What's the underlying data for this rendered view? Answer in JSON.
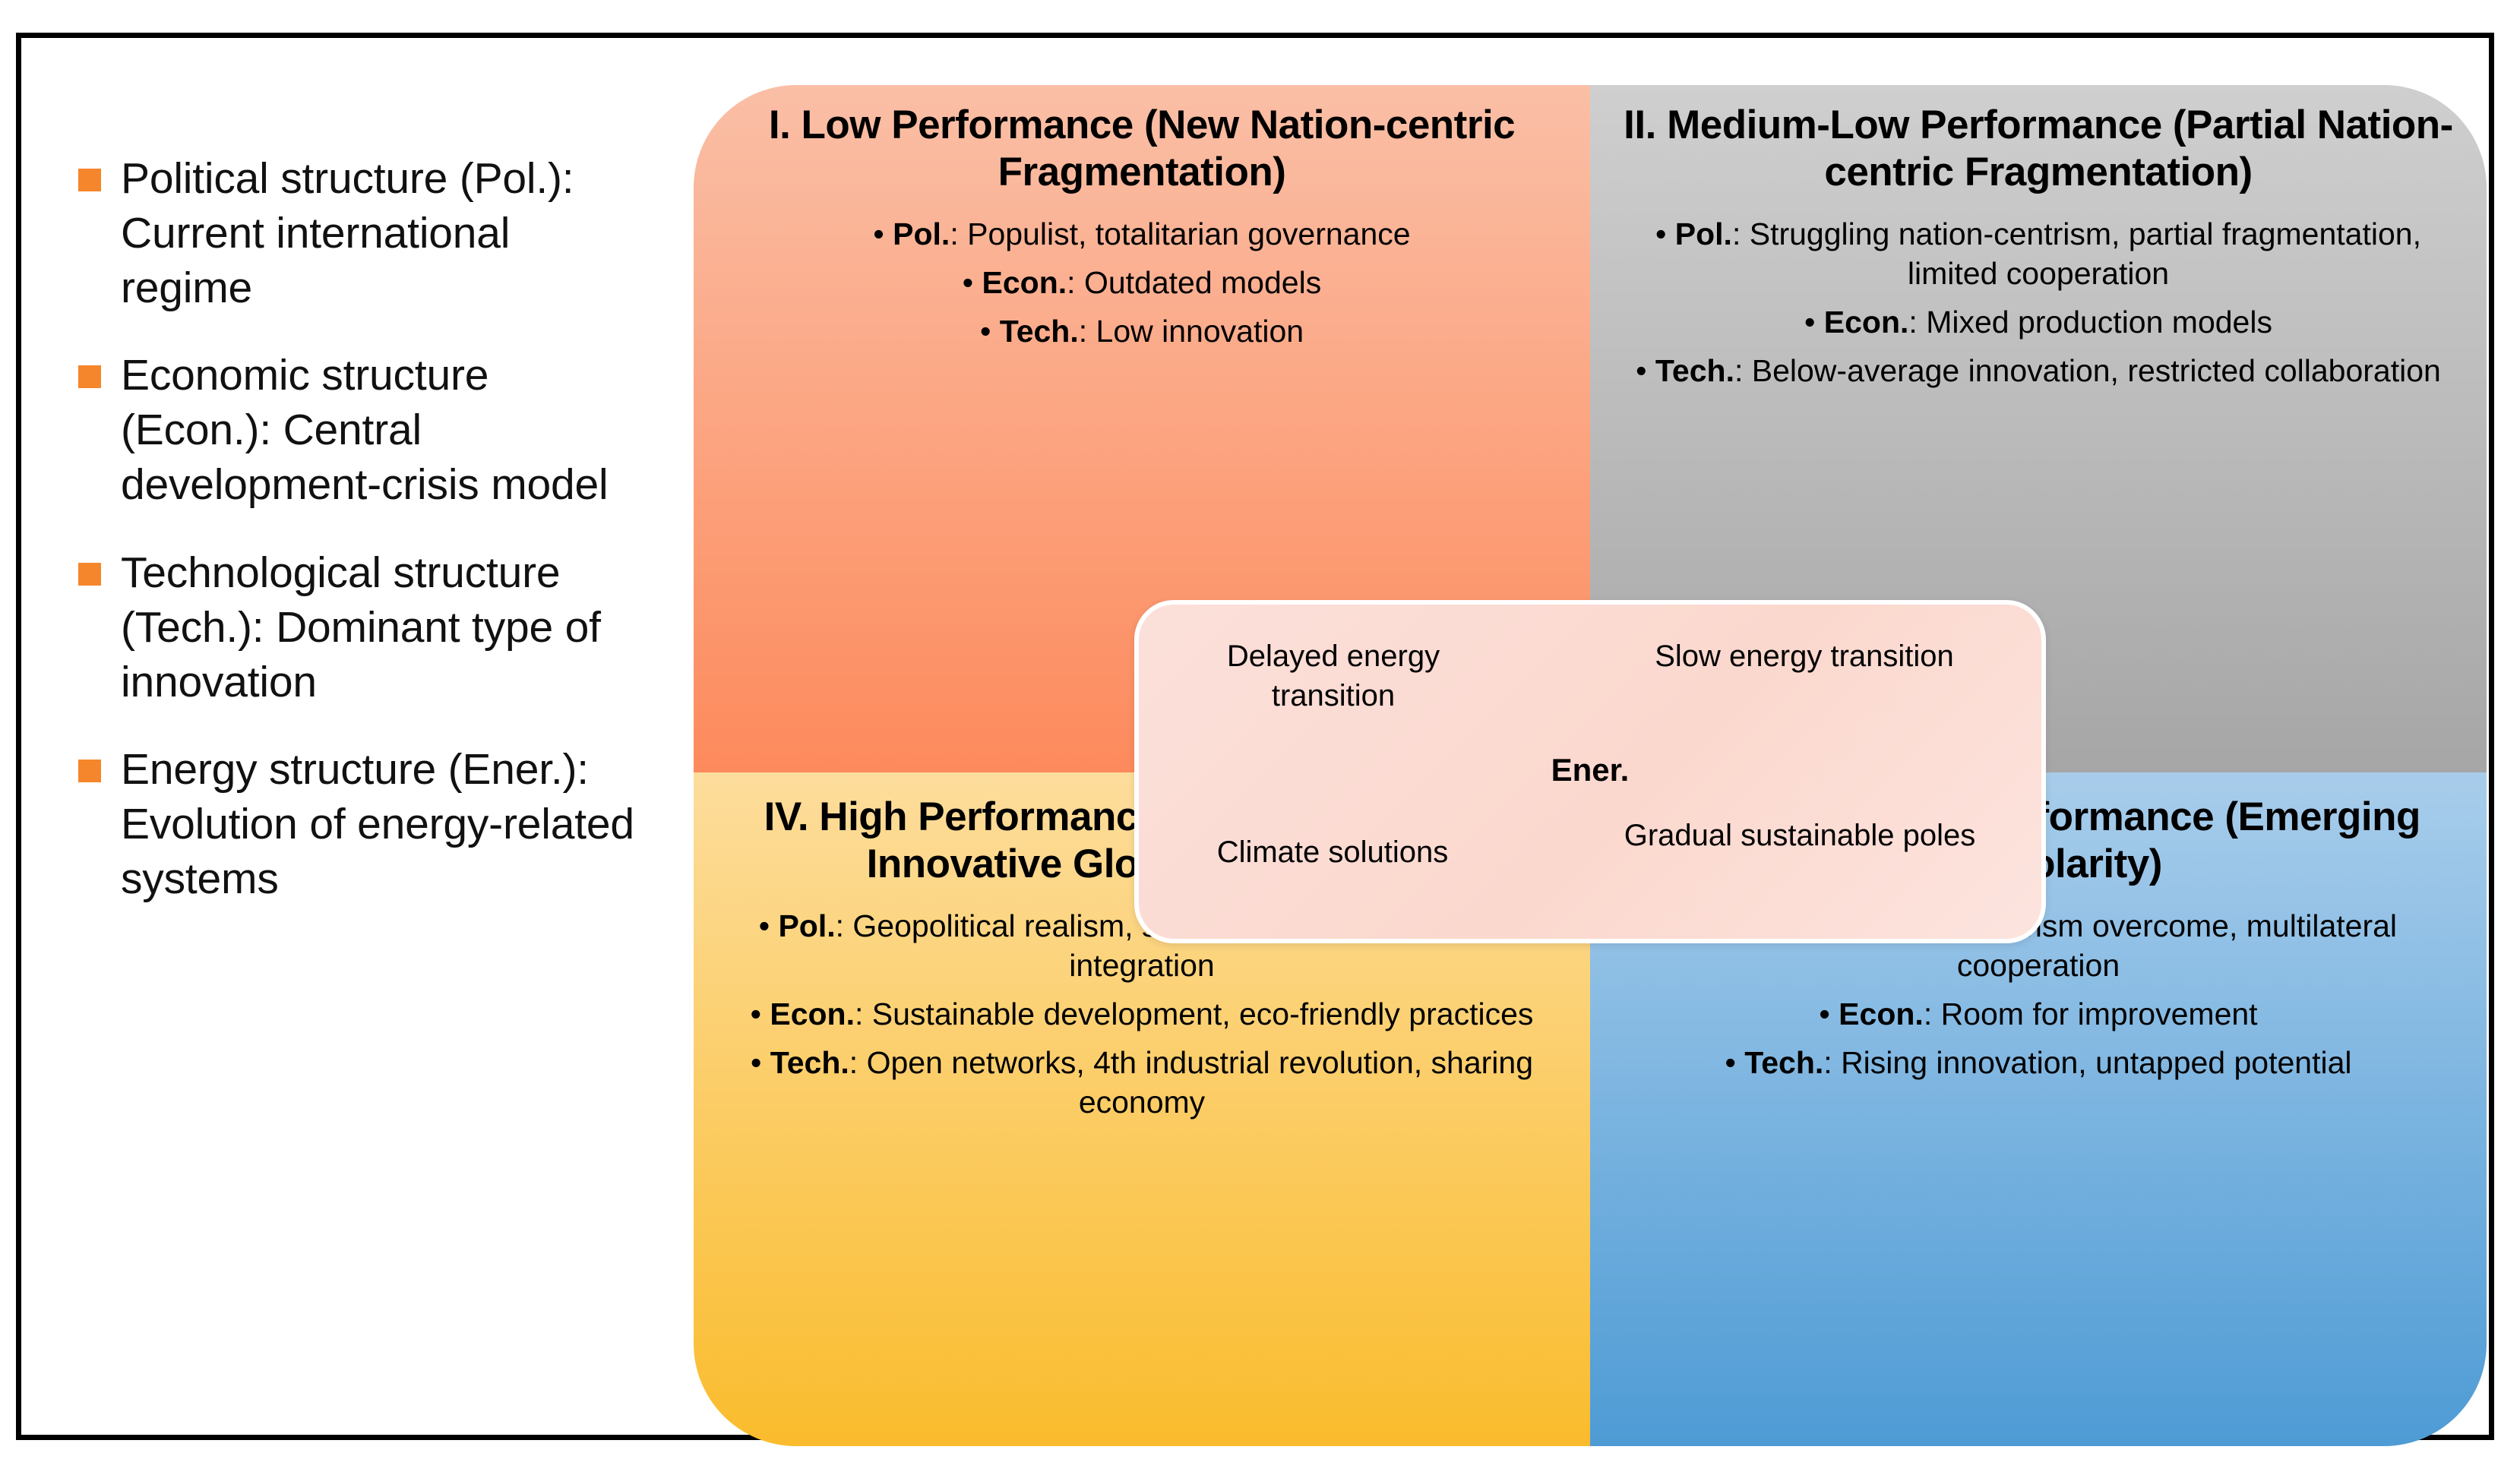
{
  "legend": {
    "items": [
      {
        "bullet": "square-bullet-icon",
        "text": "Political structure (Pol.): Current international regime"
      },
      {
        "bullet": "square-bullet-icon",
        "text": "Economic structure (Econ.): Central development-crisis model"
      },
      {
        "bullet": "square-bullet-icon",
        "text": "Technological structure (Tech.): Dominant type of innovation"
      },
      {
        "bullet": "square-bullet-icon",
        "text": "Energy structure (Ener.): Evolution of energy-related systems"
      }
    ]
  },
  "quadrants": {
    "q1": {
      "title": "I. Low Performance (New Nation-centric Fragmentation)",
      "color": "#FD8A5C",
      "lines": [
        {
          "label": "Pol.",
          "text": ": Populist, totalitarian governance"
        },
        {
          "label": "Econ.",
          "text": ": Outdated models"
        },
        {
          "label": "Tech.",
          "text": ": Low innovation"
        }
      ]
    },
    "q2": {
      "title": "II. Medium-Low Performance (Partial Nation-centric Fragmentation)",
      "color": "#A6A6A6",
      "lines": [
        {
          "label": "Pol.",
          "text": ": Struggling nation-centrism, partial fragmentation, limited cooperation"
        },
        {
          "label": "Econ.",
          "text": ": Mixed production models"
        },
        {
          "label": "Tech.",
          "text": ": Below-average innovation, restricted collaboration"
        }
      ]
    },
    "q3": {
      "title": "III. Medium-High Performance (Emerging Multipolarity)",
      "color": "#4E9BD5",
      "lines": [
        {
          "label": "Pol.",
          "text": ": Partial nation-centrism overcome, multilateral cooperation"
        },
        {
          "label": "Econ.",
          "text": ": Room for improvement"
        },
        {
          "label": "Tech.",
          "text": ": Rising innovation, untapped potential"
        }
      ]
    },
    "q4": {
      "title": "IV. High Performance (New Realistic and Innovative Global Liberalism)",
      "color": "#FABC2D",
      "lines": [
        {
          "label": "Pol.",
          "text": ": Geopolitical realism, security, European-Western integration"
        },
        {
          "label": "Econ.",
          "text": ": Sustainable development, eco-friendly practices"
        },
        {
          "label": "Tech.",
          "text": ": Open networks, 4th industrial revolution, sharing economy"
        }
      ]
    }
  },
  "center": {
    "label": "Ener.",
    "top_left": "Delayed energy transition",
    "top_right": "Slow energy transition",
    "bottom_left": "Climate solutions",
    "bottom_right": "Gradual sustainable poles",
    "color": "#FBD8CE"
  }
}
